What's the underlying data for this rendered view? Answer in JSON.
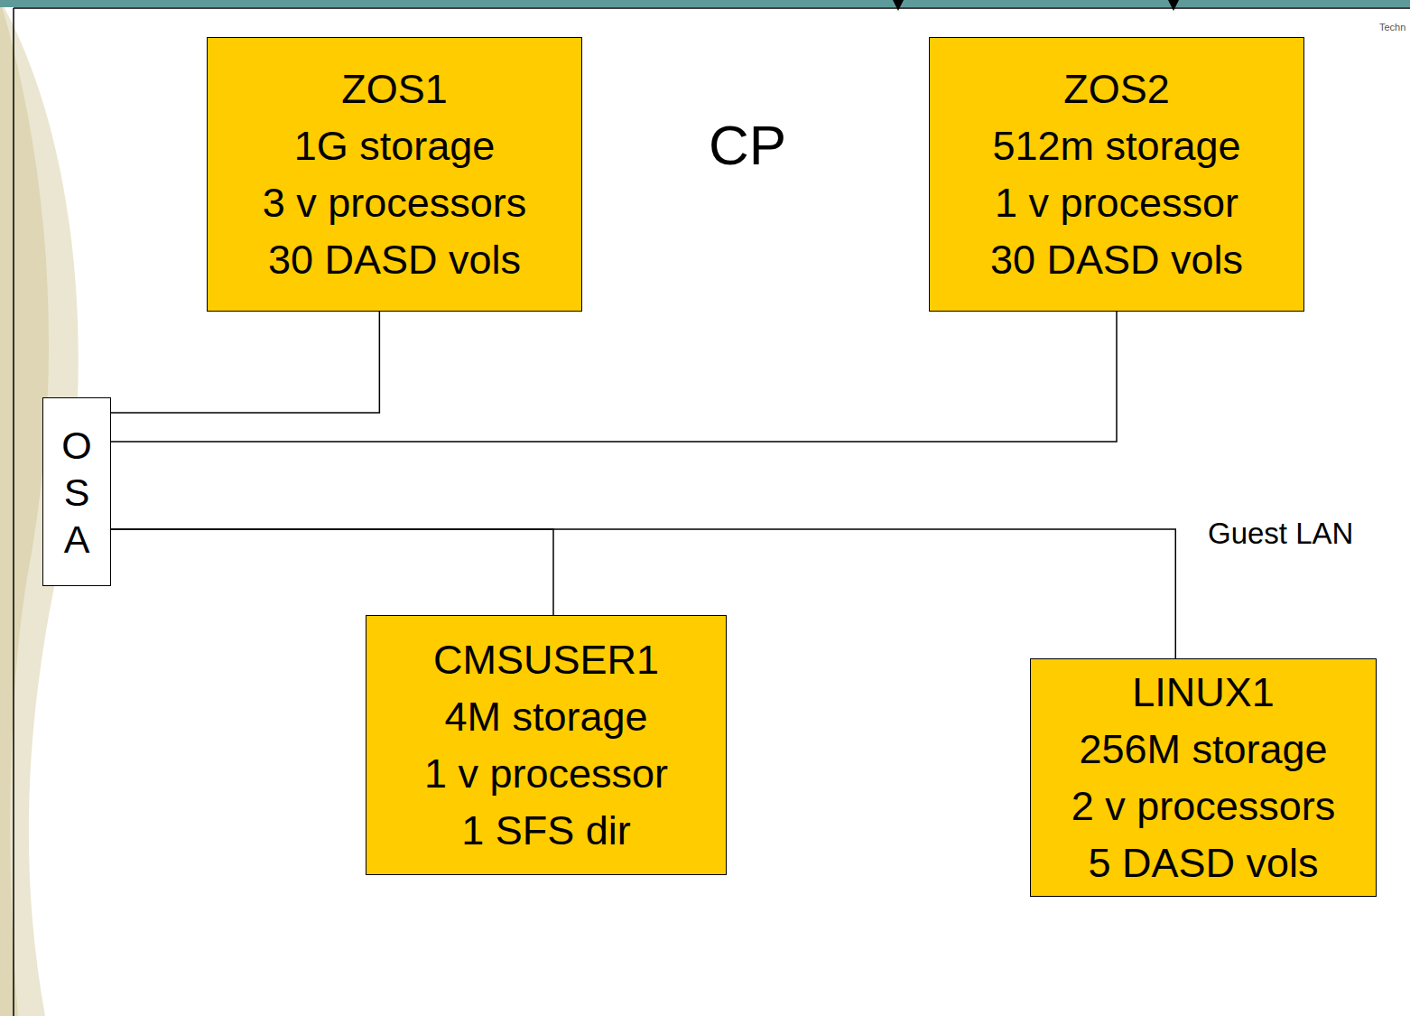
{
  "diagram": {
    "nodes": [
      {
        "text": [
          "ZOS1",
          "1G storage",
          "3 v processors",
          "30 DASD vols"
        ]
      },
      {
        "text": [
          "ZOS2",
          "512m storage",
          "1 v processor",
          "30 DASD vols"
        ]
      },
      {
        "text": [
          "O S A"
        ]
      },
      {
        "text": [
          "CMSUSER1",
          "4M storage",
          "1 v processor",
          "1 SFS dir"
        ]
      },
      {
        "text": [
          "LINUX1",
          "256M storage",
          "2 v processors",
          "5 DASD vols"
        ]
      }
    ],
    "edges": [
      {
        "from": 2,
        "to": 0,
        "arrow": "none"
      },
      {
        "from": 2,
        "to": 1,
        "arrow": "none"
      },
      {
        "from": 2,
        "to": 3,
        "arrow": "none"
      },
      {
        "from": 2,
        "to": 4,
        "arrow": "none"
      }
    ],
    "labels": [
      "CP",
      "Guest LAN",
      "Techn"
    ]
  }
}
